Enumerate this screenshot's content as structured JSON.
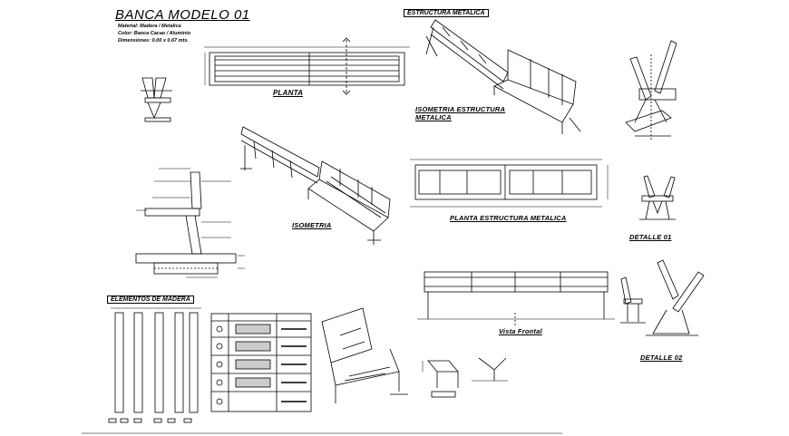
{
  "sheet": {
    "title": "BANCA MODELO 01",
    "subtitle_lines": [
      "Material: Madera / Metalica",
      "Color: Banca Cacao / Aluminio",
      "Dimensiones: 0.00 x 0.67 mts."
    ]
  },
  "labels": {
    "planta": "PLANTA",
    "estructura_metalica": "ESTRUCTURA METALICA",
    "isometria_estructura": "ISOMETRIA ESTRUCTURA",
    "isometria_estructura_2": "METALICA",
    "isometria": "ISOMETRIA",
    "planta_estructura": "PLANTA ESTRUCTURA METALICA",
    "detalle_01": "DETALLE 01",
    "detalle_02": "DETALLE 02",
    "elementos_madera": "ELEMENTOS DE MADERA",
    "vista_frontal": "Vista Frontal"
  },
  "colors": {
    "line": "#000000",
    "background": "#ffffff"
  }
}
